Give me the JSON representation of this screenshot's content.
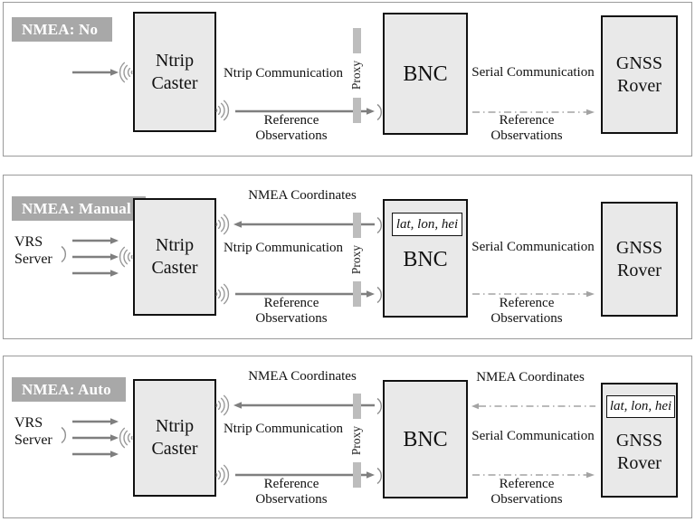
{
  "colors": {
    "box_fill": "#e9e9e9",
    "box_border": "#111111",
    "panel_border": "#9a9a9a",
    "title_background": "#a8a8a8",
    "title_text": "#ffffff",
    "solid_arrow": "#7f7f7f",
    "dashdot_arrow": "#a3a3a3",
    "proxy_bar": "#bdbdbd"
  },
  "panels": [
    {
      "title": "NMEA: No",
      "boxes": {
        "caster": "Ntrip Caster",
        "bnc": "BNC",
        "rover": "GNSS Rover"
      },
      "labels": {
        "ntrip_communication": "Ntrip Communication",
        "reference_observations_left": "Reference Observations",
        "proxy": "Proxy",
        "serial_communication": "Serial Communication",
        "reference_observations_right": "Reference Observations"
      }
    },
    {
      "title": "NMEA: Manual",
      "vrs_server": "VRS Server",
      "boxes": {
        "caster": "Ntrip Caster",
        "bnc": "BNC",
        "rover": "GNSS Rover"
      },
      "bnc_inset": "lat, lon, hei",
      "labels": {
        "nmea_coordinates_left": "NMEA Coordinates",
        "ntrip_communication": "Ntrip Communication",
        "reference_observations_left": "Reference Observations",
        "proxy": "Proxy",
        "serial_communication": "Serial Communication",
        "reference_observations_right": "Reference Observations"
      }
    },
    {
      "title": "NMEA: Auto",
      "vrs_server": "VRS Server",
      "boxes": {
        "caster": "Ntrip Caster",
        "bnc": "BNC",
        "rover": "GNSS Rover"
      },
      "rover_inset": "lat, lon, hei",
      "labels": {
        "nmea_coordinates_left": "NMEA Coordinates",
        "ntrip_communication": "Ntrip Communication",
        "reference_observations_left": "Reference Observations",
        "proxy": "Proxy",
        "serial_communication": "Serial Communication",
        "nmea_coordinates_right": "NMEA Coordinates",
        "reference_observations_right": "Reference Observations"
      }
    }
  ]
}
